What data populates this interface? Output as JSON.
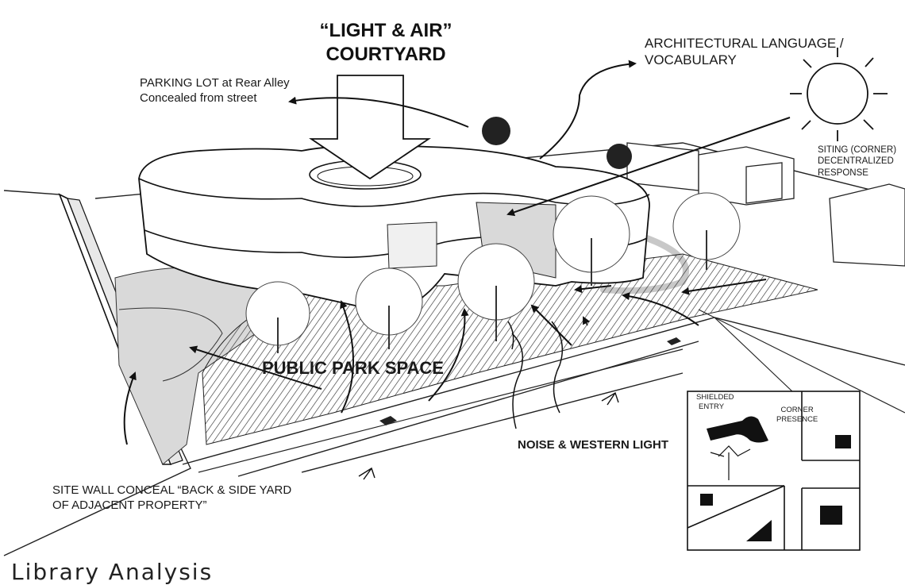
{
  "labels": {
    "courtyard_line1": "“LIGHT & AIR”",
    "courtyard_line2": "COURTYARD",
    "parking_line1": "PARKING LOT at Rear Alley",
    "parking_line2": "Concealed from street",
    "arch_line1": "ARCHITECTURAL LANGUAGE /",
    "arch_line2": "VOCABULARY",
    "siting_line1": "SITING (CORNER)",
    "siting_line2": "DECENTRALIZED",
    "siting_line3": "RESPONSE",
    "park": "PUBLIC PARK SPACE",
    "noise": "NOISE & WESTERN LIGHT",
    "wall_line1": "SITE WALL CONCEAL “BACK & SIDE YARD",
    "wall_line2": "OF ADJACENT PROPERTY”",
    "inset_shielded_1": "SHIELDED",
    "inset_shielded_2": "ENTRY",
    "inset_corner_1": "CORNER",
    "inset_corner_2": "PRESENCE"
  },
  "caption": "Library Analysis",
  "colors": {
    "ink": "#111111",
    "shade": "#d9d9d9",
    "paper": "#ffffff"
  },
  "icons": [
    "sun-icon",
    "tree-icon",
    "car-icon",
    "direction-arrow-icon"
  ]
}
